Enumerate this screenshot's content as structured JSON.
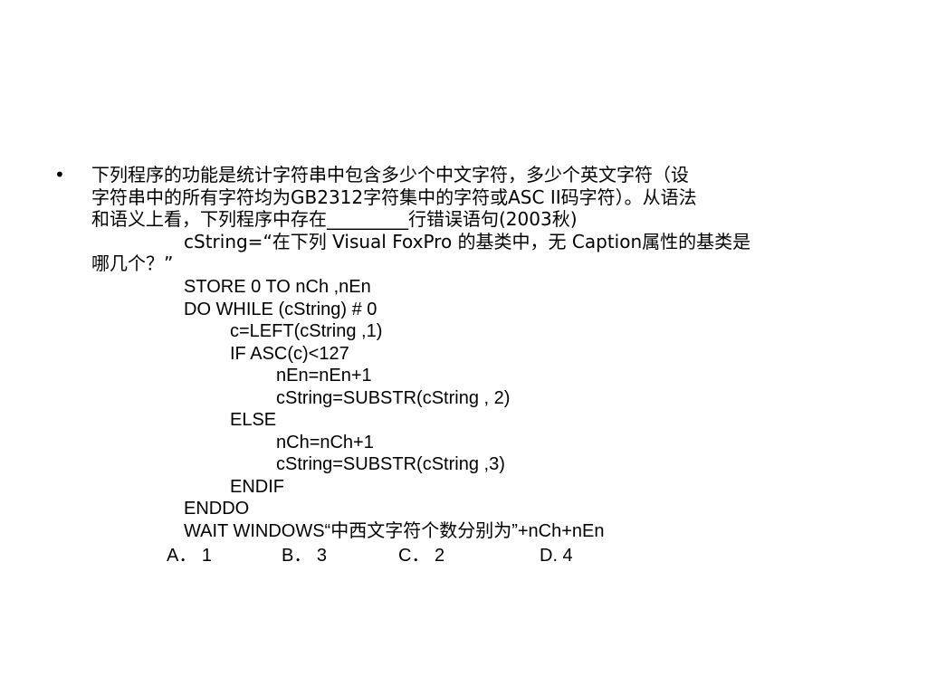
{
  "bullet": "•",
  "question": {
    "line1": "下列程序的功能是统计字符串中包含多少个中文字符，多少个英文字符（设",
    "line2": "字符串中的所有字符均为GB2312字符集中的字符或ASC II码字符）。从语法",
    "line3": "和语义上看，下列程序中存在_________行错误语句(2003秋)",
    "cstring_assign": "cString=“在下列 Visual FoxPro 的基类中，无 Caption属性的基类是",
    "line5": "哪几个？”"
  },
  "code": [
    {
      "indent": 1,
      "text": "STORE 0 TO nCh ,nEn"
    },
    {
      "indent": 1,
      "text": "DO WHILE (cString) # 0"
    },
    {
      "indent": 2,
      "text": "c=LEFT(cString ,1)"
    },
    {
      "indent": 2,
      "text": "IF ASC(c)<127"
    },
    {
      "indent": 3,
      "text": "nEn=nEn+1"
    },
    {
      "indent": 3,
      "text": "cString=SUBSTR(cString , 2)"
    },
    {
      "indent": 2,
      "text": "ELSE"
    },
    {
      "indent": 3,
      "text": "nCh=nCh+1"
    },
    {
      "indent": 3,
      "text": "cString=SUBSTR(cString ,3)"
    },
    {
      "indent": 2,
      "text": "ENDIF"
    },
    {
      "indent": 1,
      "text": "ENDDO"
    },
    {
      "indent": 1,
      "text": "WAIT WINDOWS“中西文字符个数分别为”+nCh+nEn"
    }
  ],
  "answers": [
    {
      "label": "A．  1"
    },
    {
      "label": "B．  3"
    },
    {
      "label": "C．  2"
    },
    {
      "label": "D.    4"
    }
  ]
}
